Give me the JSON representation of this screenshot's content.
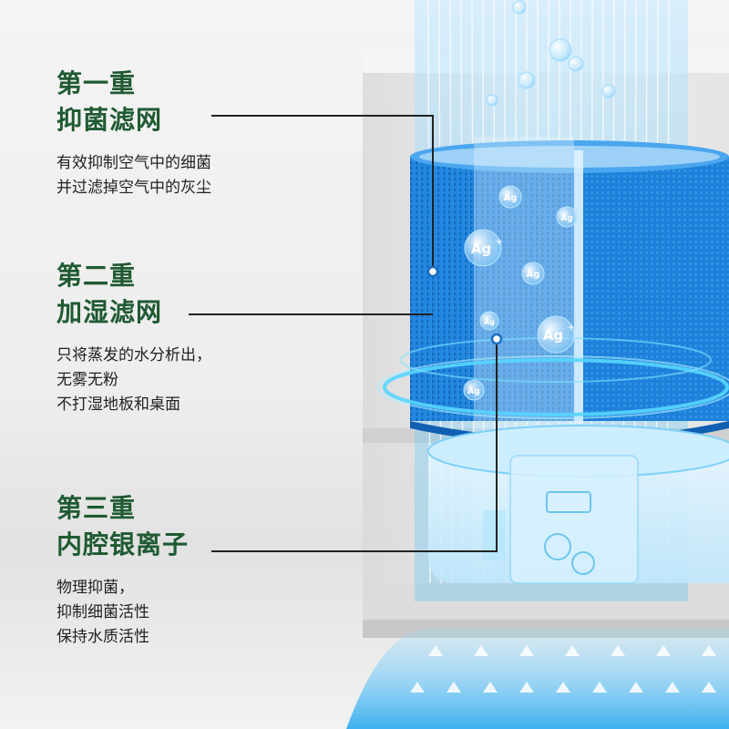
{
  "features": [
    {
      "title_line1": "第一重",
      "title_line2": "抑菌滤网",
      "description": [
        "有效抑制空气中的细菌",
        "并过滤掉空气中的灰尘"
      ]
    },
    {
      "title_line1": "第二重",
      "title_line2": "加湿滤网",
      "description": [
        "只将蒸发的水分析出，",
        "无雾无粉",
        "不打湿地板和桌面"
      ]
    },
    {
      "title_line1": "第三重",
      "title_line2": "内腔银离子",
      "description": [
        "物理抑菌，",
        "抑制细菌活性",
        "保持水质活性"
      ]
    }
  ],
  "ion_label": "Ag",
  "ion_superscript": "+",
  "colors": {
    "title_green": "#1f5a32",
    "filter_blue": "#1e7ed6",
    "airflow_blue": "#5fc4f5",
    "body_text": "#222222"
  }
}
